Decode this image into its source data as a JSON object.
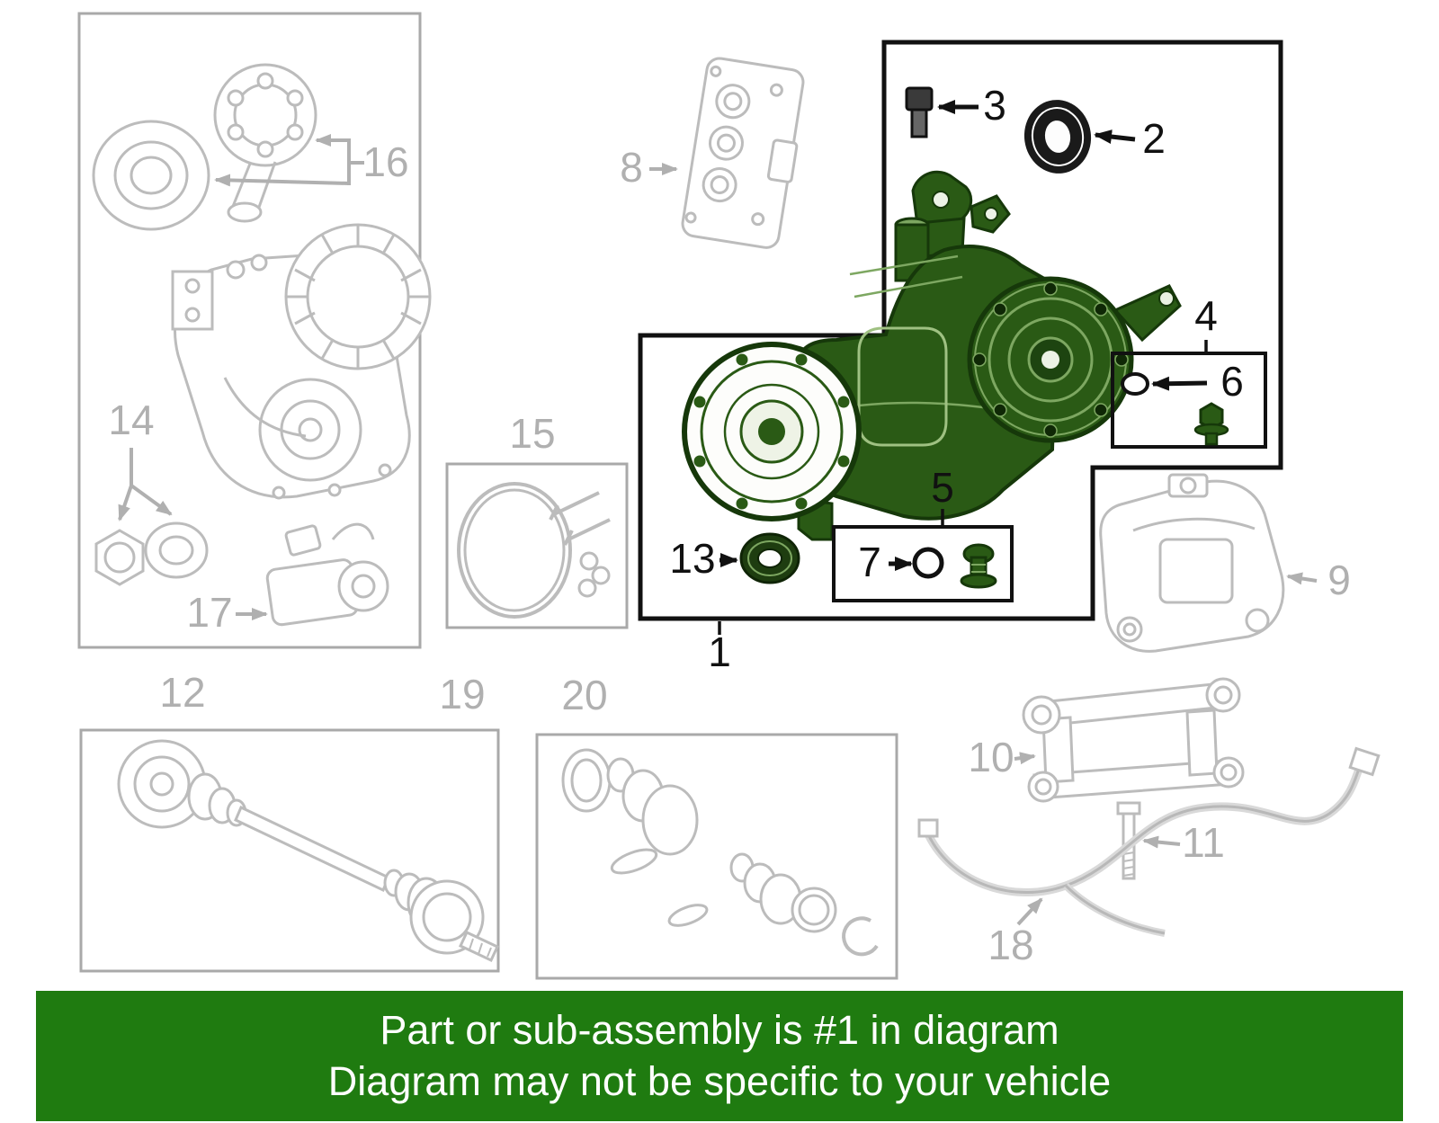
{
  "banner": {
    "line1": "Part or sub-assembly is #1 in diagram",
    "line2": "Diagram may not be specific to your vehicle"
  },
  "highlighted_part_number": "1",
  "colors": {
    "banner_green": "#1f7b10",
    "banner_text": "#ffffff",
    "label_gray": "#b0b0b0",
    "label_black": "#111111",
    "art_gray": "#bcbcbc",
    "box_gray": "#a9a9a9",
    "box_black": "#111111",
    "highlight_green": "#2a5a15",
    "highlight_green_dark": "#16380a",
    "highlight_green_light": "#7da761"
  },
  "callouts": [
    {
      "label": "1"
    },
    {
      "label": "2"
    },
    {
      "label": "3"
    },
    {
      "label": "4"
    },
    {
      "label": "5"
    },
    {
      "label": "6"
    },
    {
      "label": "7"
    },
    {
      "label": "8"
    },
    {
      "label": "9"
    },
    {
      "label": "10"
    },
    {
      "label": "11"
    },
    {
      "label": "12"
    },
    {
      "label": "13"
    },
    {
      "label": "14"
    },
    {
      "label": "15"
    },
    {
      "label": "16"
    },
    {
      "label": "17"
    },
    {
      "label": "18"
    },
    {
      "label": "19"
    },
    {
      "label": "20"
    }
  ]
}
